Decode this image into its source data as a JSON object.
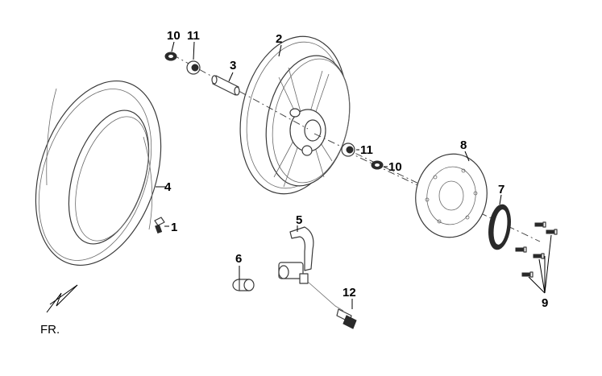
{
  "callouts": {
    "part_1": "1",
    "part_2": "2",
    "part_3": "3",
    "part_4": "4",
    "part_5": "5",
    "part_6": "6",
    "part_7": "7",
    "part_8": "8",
    "part_9": "9",
    "part_10_top": "10",
    "part_10_right": "10",
    "part_11_top": "11",
    "part_11_right": "11",
    "part_12": "12"
  },
  "direction_marker": "FR."
}
